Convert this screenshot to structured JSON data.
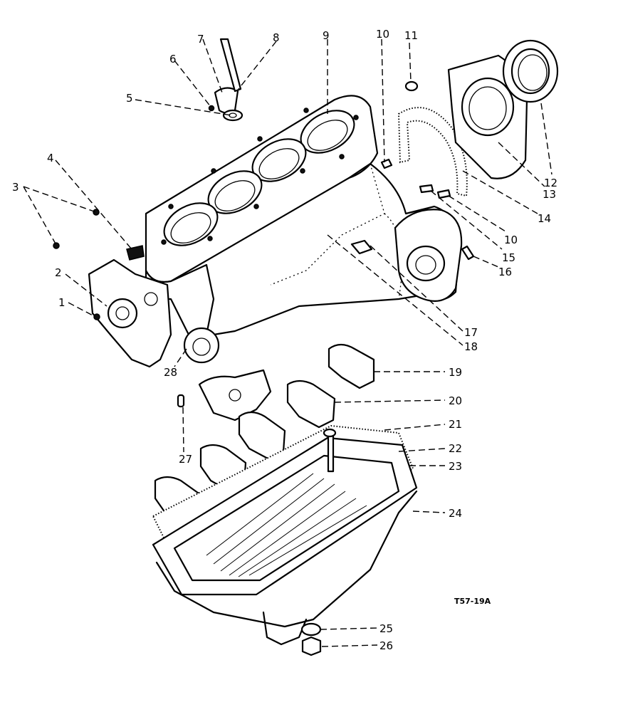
{
  "drawing_ref": "T57-19A",
  "callouts": [
    "1",
    "2",
    "3",
    "4",
    "5",
    "6",
    "7",
    "8",
    "9",
    "10",
    "11",
    "12",
    "13",
    "14",
    "10",
    "15",
    "16",
    "17",
    "18",
    "19",
    "20",
    "21",
    "22",
    "23",
    "24",
    "25",
    "26",
    "27",
    "28"
  ]
}
